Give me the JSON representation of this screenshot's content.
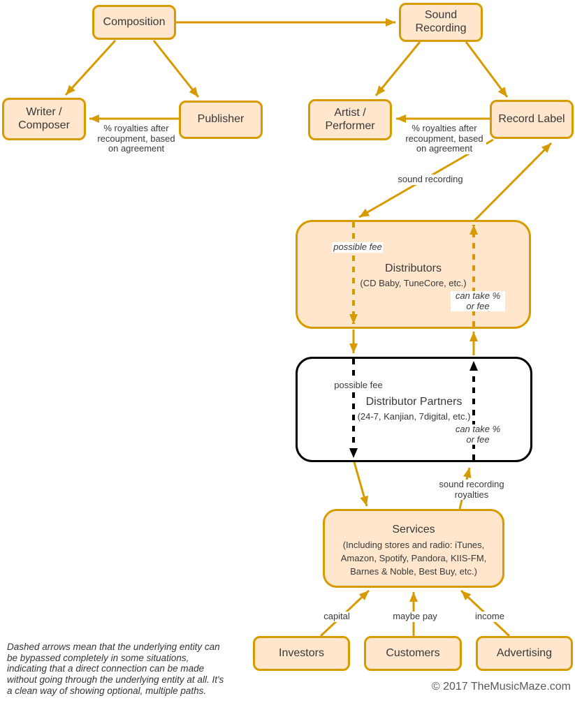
{
  "colors": {
    "node_fill": "#FFE6CC",
    "node_stroke": "#D79B00",
    "arrow": "#D79B00",
    "partners_stroke": "#000000",
    "text": "#383838",
    "copyright_text": "#595959"
  },
  "nodes": {
    "composition": {
      "label": "Composition"
    },
    "sound_recording": {
      "label": "Sound Recording"
    },
    "writer_composer": {
      "label": "Writer / Composer"
    },
    "publisher": {
      "label": "Publisher"
    },
    "artist_performer": {
      "label": "Artist / Performer"
    },
    "record_label": {
      "label": "Record Label"
    },
    "distributors": {
      "title": "Distributors",
      "subtitle": "(CD Baby, TuneCore, etc.)"
    },
    "distributor_partners": {
      "title": "Distributor Partners",
      "subtitle": "(24-7, Kanjian, 7digital, etc.)"
    },
    "services": {
      "title": "Services",
      "subtitle": "(Including stores and radio: iTunes, Amazon, Spotify, Pandora, KIIS-FM, Barnes & Noble, Best Buy, etc.)"
    },
    "investors": {
      "label": "Investors"
    },
    "customers": {
      "label": "Customers"
    },
    "advertising": {
      "label": "Advertising"
    }
  },
  "edge_labels": {
    "publisher_to_writer": "% royalties after recoupment, based on agreement",
    "label_to_artist": "% royalties after recoupment, based on agreement",
    "sound_recording_flow": "sound recording",
    "distributors_possible_fee": "possible fee",
    "distributors_can_take": "can take % or fee",
    "partners_possible_fee": "possible fee",
    "partners_can_take": "can take % or fee",
    "sound_recording_royalties": "sound recording royalties",
    "capital": "capital",
    "maybe_pay": "maybe pay",
    "income": "income"
  },
  "footnote": "Dashed arrows mean that the underlying entity can be bypassed completely in some situations, indicating that a direct connection can be made without going through the underlying entity at all. It's a clean way of showing optional, multiple paths.",
  "copyright": "© 2017 TheMusicMaze.com"
}
